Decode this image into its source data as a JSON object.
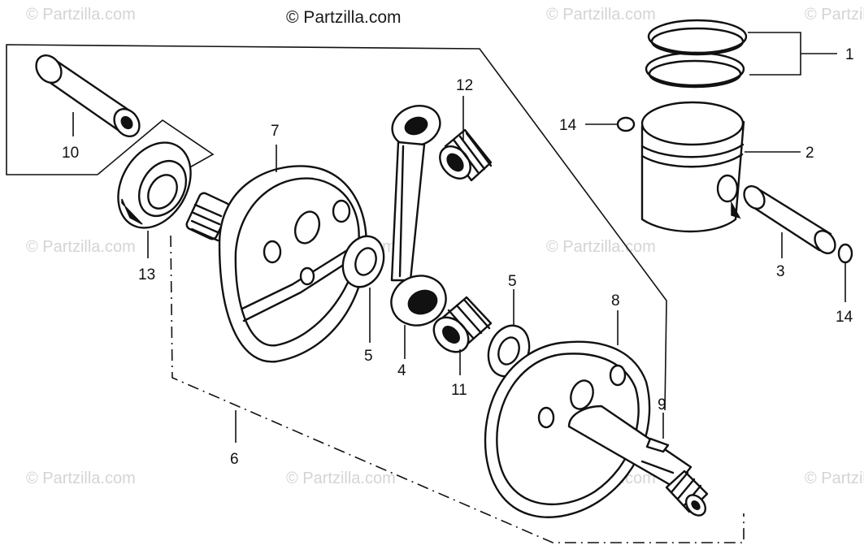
{
  "copyright": "© Partzilla.com",
  "watermarks": [
    "© Partzilla.com",
    "© Partzilla.com",
    "© Partzilla.com",
    "© Partzilla.com",
    "© Partzilla.com",
    "© Partzilla.com",
    "© Partzilla.com",
    "© Partzilla.com",
    "© Partzilla.com",
    "© Partzilla.com"
  ],
  "callouts": {
    "c1": "1",
    "c2": "2",
    "c3": "3",
    "c4": "4",
    "c5a": "5",
    "c5b": "5",
    "c6": "6",
    "c7": "7",
    "c8": "8",
    "c9": "9",
    "c10": "10",
    "c11": "11",
    "c12": "12",
    "c13": "13",
    "c14a": "14",
    "c14b": "14"
  },
  "parts": [
    {
      "ref": "1",
      "part": "piston-rings"
    },
    {
      "ref": "2",
      "part": "piston"
    },
    {
      "ref": "3",
      "part": "piston-pin"
    },
    {
      "ref": "4",
      "part": "connecting-rod"
    },
    {
      "ref": "5",
      "part": "thrust-washer"
    },
    {
      "ref": "6",
      "part": "crankshaft-assembly"
    },
    {
      "ref": "7",
      "part": "crankshaft-right-half"
    },
    {
      "ref": "8",
      "part": "crankshaft-left-half"
    },
    {
      "ref": "9",
      "part": "woodruff-key"
    },
    {
      "ref": "10",
      "part": "crank-pin"
    },
    {
      "ref": "11",
      "part": "big-end-needle-bearing"
    },
    {
      "ref": "12",
      "part": "small-end-needle-bearing"
    },
    {
      "ref": "13",
      "part": "oil-seal"
    },
    {
      "ref": "14",
      "part": "piston-pin-clip"
    }
  ]
}
